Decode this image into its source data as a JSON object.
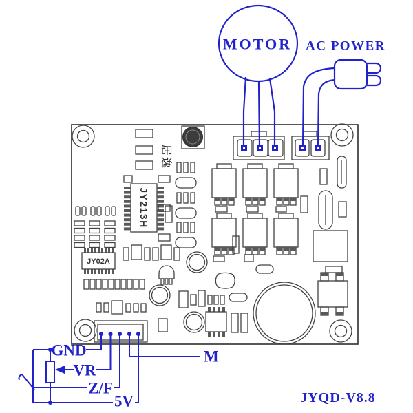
{
  "colors": {
    "wire_blue": "#2222cb",
    "pcb_line": "#424242",
    "background": "#ffffff"
  },
  "labels": {
    "motor": "MOTOR",
    "ac_power": "AC POWER",
    "model": "JYQD-V8.8",
    "gnd": "GND",
    "vr": "VR",
    "zf": "Z/F",
    "five_v": "5V",
    "m": "M"
  },
  "pcb_text": {
    "ic_main": "JY213H",
    "ic_small": "JY02A",
    "brand": "居逸"
  },
  "connectors": {
    "motor_pin_count": 3,
    "ac_pin_count": 2,
    "control_pin_count": 5
  }
}
